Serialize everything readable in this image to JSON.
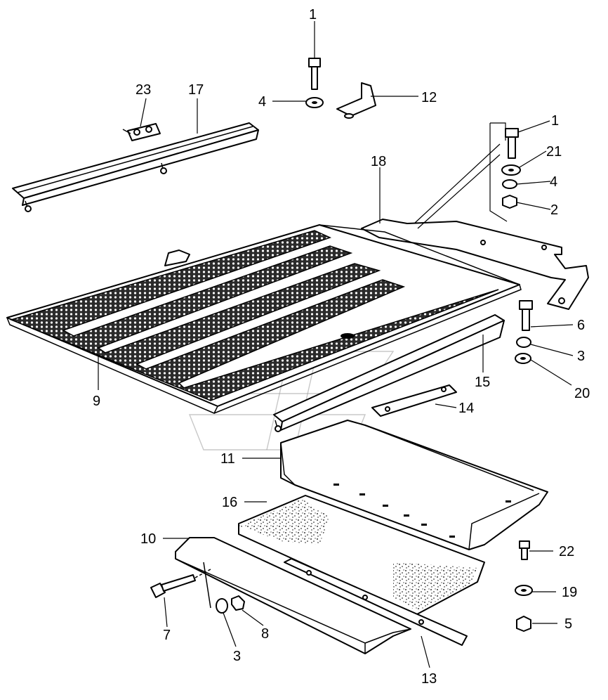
{
  "callouts": [
    {
      "id": "c1a",
      "label": "1"
    },
    {
      "id": "c4a",
      "label": "4"
    },
    {
      "id": "c12",
      "label": "12"
    },
    {
      "id": "c23",
      "label": "23"
    },
    {
      "id": "c17",
      "label": "17"
    },
    {
      "id": "c1b",
      "label": "1"
    },
    {
      "id": "c21",
      "label": "21"
    },
    {
      "id": "c4b",
      "label": "4"
    },
    {
      "id": "c2",
      "label": "2"
    },
    {
      "id": "c18",
      "label": "18"
    },
    {
      "id": "c6",
      "label": "6"
    },
    {
      "id": "c3a",
      "label": "3"
    },
    {
      "id": "c20",
      "label": "20"
    },
    {
      "id": "c15",
      "label": "15"
    },
    {
      "id": "c9",
      "label": "9"
    },
    {
      "id": "c14",
      "label": "14"
    },
    {
      "id": "c11",
      "label": "11"
    },
    {
      "id": "c16",
      "label": "16"
    },
    {
      "id": "c10",
      "label": "10"
    },
    {
      "id": "c22",
      "label": "22"
    },
    {
      "id": "c19",
      "label": "19"
    },
    {
      "id": "c5",
      "label": "5"
    },
    {
      "id": "c7",
      "label": "7"
    },
    {
      "id": "c8",
      "label": "8"
    },
    {
      "id": "c3b",
      "label": "3"
    },
    {
      "id": "c13",
      "label": "13"
    }
  ]
}
